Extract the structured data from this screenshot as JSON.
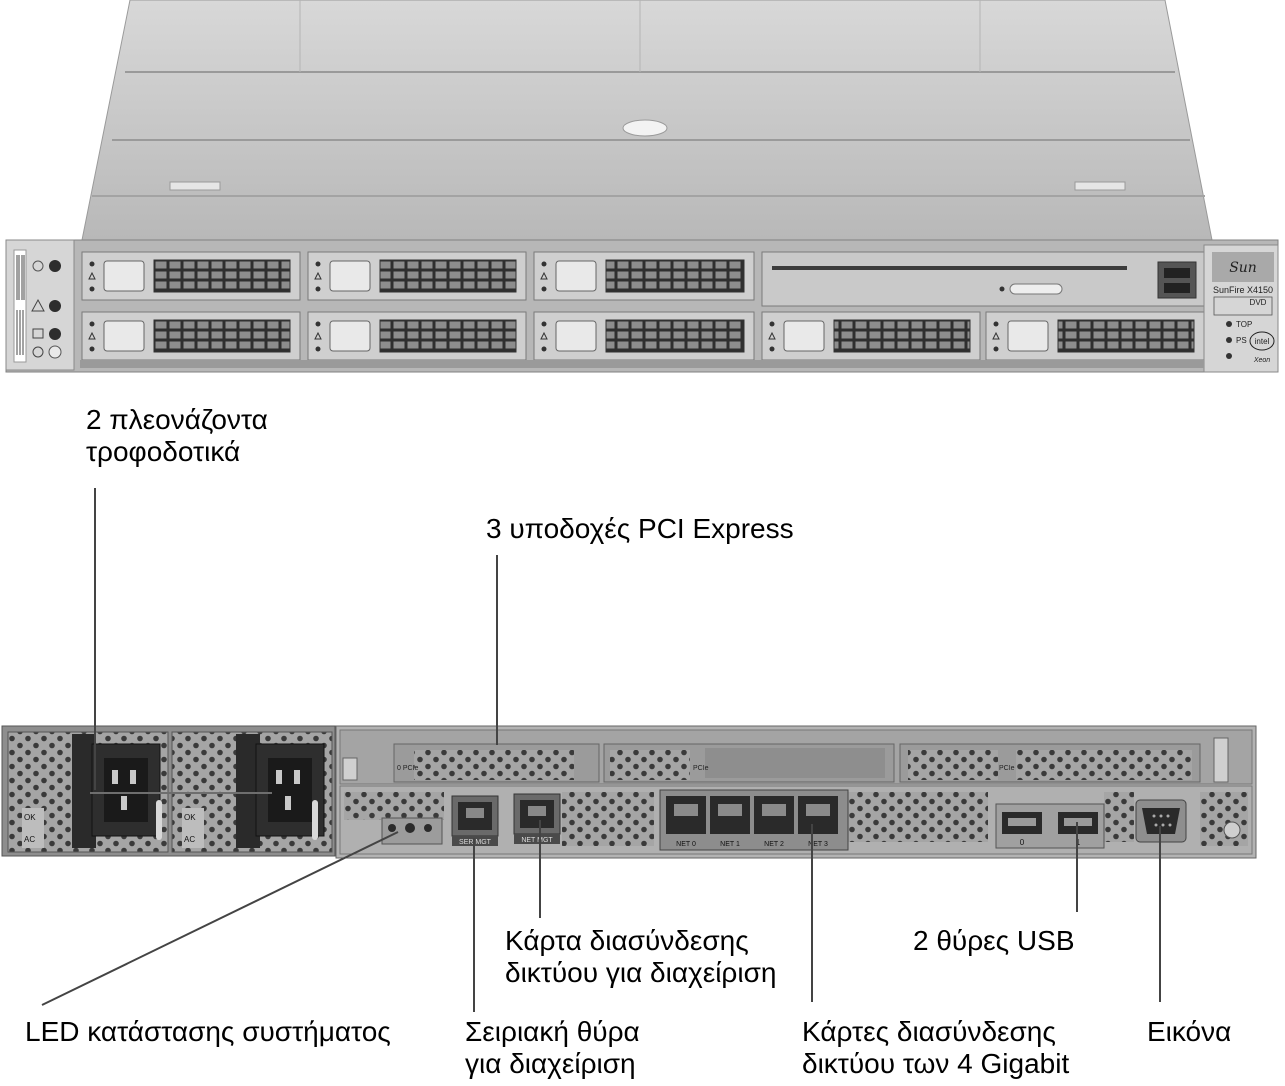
{
  "front": {
    "bezel_text": "SunFire X4150",
    "dvd_label": "DVD",
    "top_led_label": "TOP",
    "ps_led_label": "PS",
    "intel_label": "intel",
    "xeon_label": "Xeon"
  },
  "rear": {
    "port_labels": {
      "ser_mgt": "SER MGT",
      "net_mgt": "NET MGT",
      "net0": "NET 0",
      "net1": "NET 1",
      "net2": "NET 2",
      "net3": "NET 3",
      "usb0": "0",
      "usb1": "1",
      "psu_ok": "OK",
      "psu_ac": "AC",
      "pcie0": "0 PCIe",
      "pcie1": "PCIe",
      "pcie2": "PCIe"
    }
  },
  "callouts": {
    "power_supplies": [
      "2 πλεονάζοντα",
      "τροφοδοτικά"
    ],
    "pcie_slots": [
      "3 υποδοχές PCI Express"
    ],
    "mgmt_nic": [
      "Κάρτα διασύνδεσης",
      "δικτύου για διαχείριση"
    ],
    "usb_ports": [
      "2 θύρες USB"
    ],
    "status_led": [
      "LED κατάστασης συστήματος"
    ],
    "serial_port": [
      "Σειριακή θύρα",
      "για διαχείριση"
    ],
    "gigabit_nics": [
      "Κάρτες διασύνδεσης",
      "δικτύου των 4 Gigabit"
    ],
    "video": [
      "Εικόνα"
    ]
  },
  "colors": {
    "chassis": "#b9b9b9",
    "chassis_dark": "#8a8a8a",
    "panel": "#a9a9a9",
    "port": "#5a5a5a",
    "vent": "#3c3c3c",
    "line": "#444444"
  }
}
